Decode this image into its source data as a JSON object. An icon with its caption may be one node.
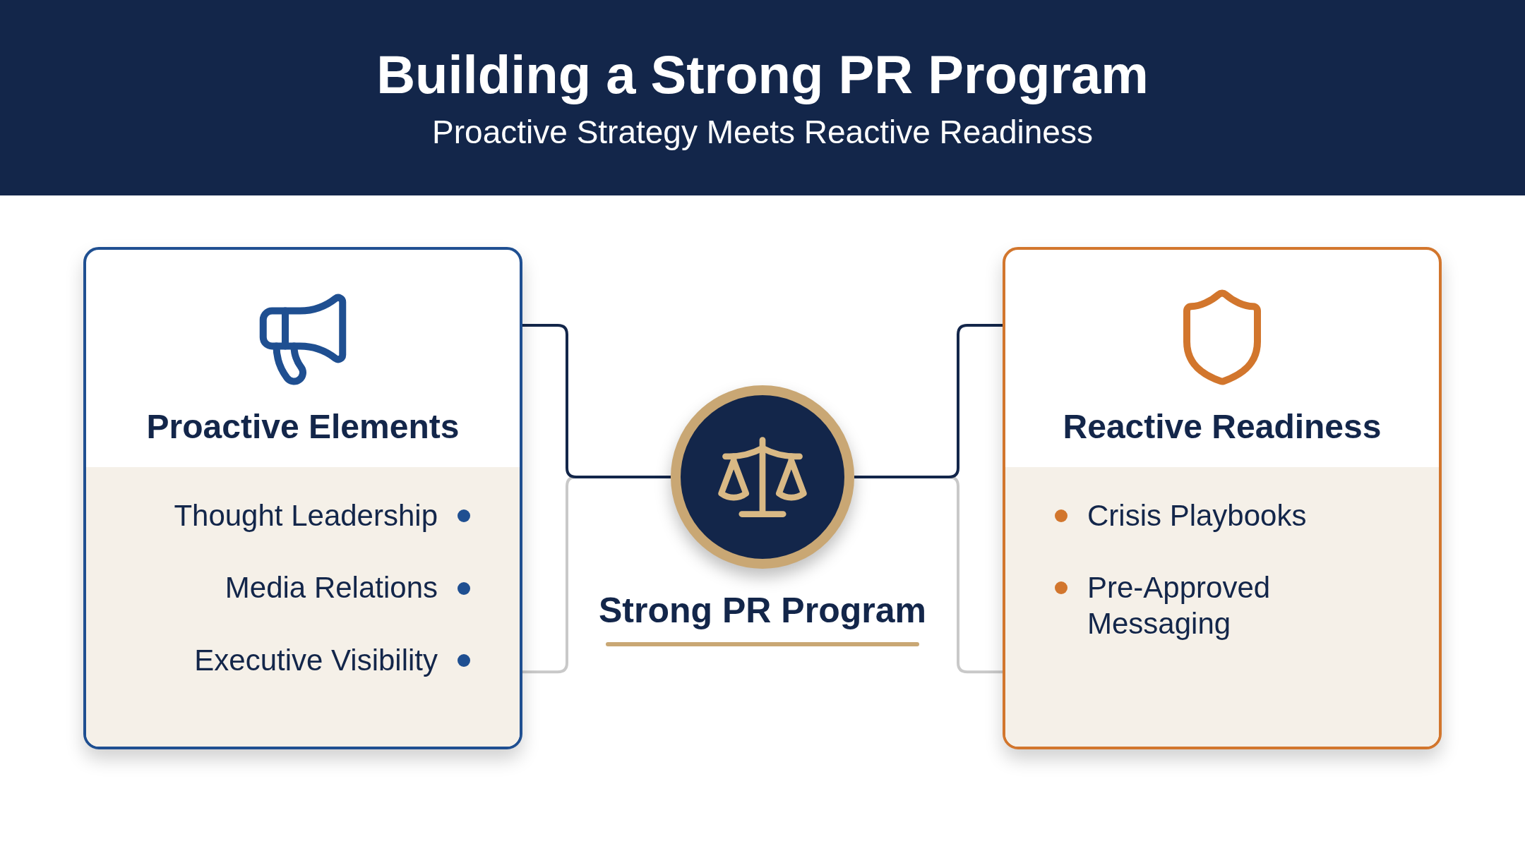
{
  "diagram": {
    "title": "Building a Strong PR Program",
    "caption": "Proactive Strategy Meets Reactive Readiness",
    "nodes": [
      {
        "text": [
          "Proactive Elements",
          "Thought Leadership",
          "Media Relations",
          "Executive Visibility"
        ]
      },
      {
        "text": [],
        "shape": "circle",
        "beside": [
          "Strong PR Program"
        ]
      },
      {
        "text": [
          "Reactive Readiness",
          "Crisis Playbooks",
          "Pre-Approved Messaging"
        ]
      }
    ],
    "edges": [
      {
        "from": 0,
        "to": 1,
        "arrow": "none"
      },
      {
        "from": 0,
        "to": 1,
        "arrow": "none",
        "color": "#c9c9c9"
      },
      {
        "from": 1,
        "to": 2,
        "arrow": "none"
      },
      {
        "from": 1,
        "to": 2,
        "arrow": "none",
        "color": "#c9c9c9"
      }
    ]
  }
}
